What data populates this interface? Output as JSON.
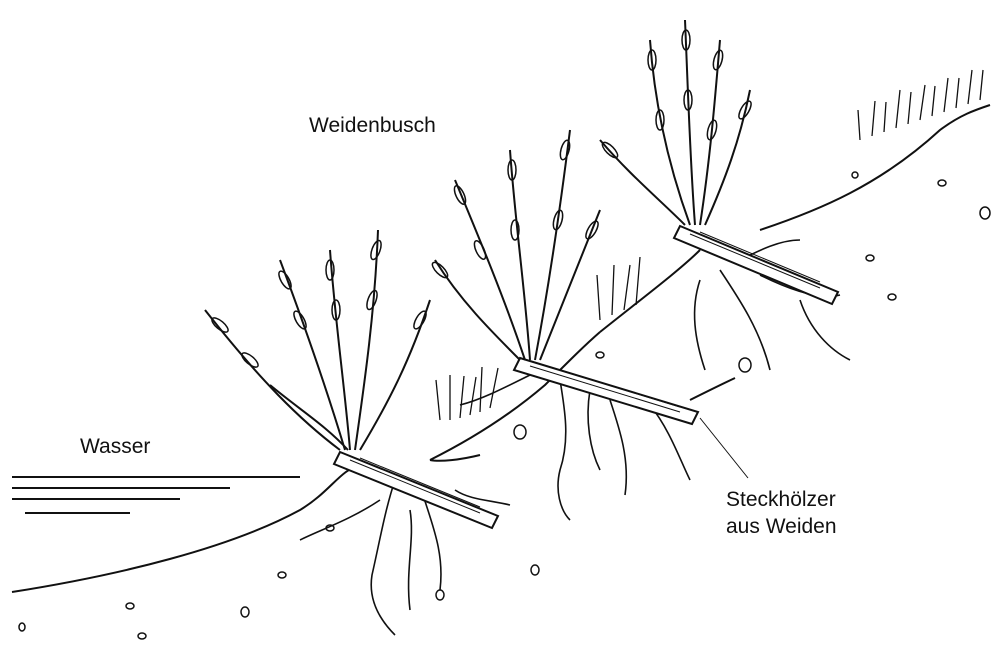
{
  "labels": {
    "willow_bush": "Weidenbusch",
    "water": "Wasser",
    "cuttings_line1": "Steckhölzer",
    "cuttings_line2": "aus Weiden"
  },
  "colors": {
    "ink": "#111111",
    "paper": "#ffffff"
  }
}
